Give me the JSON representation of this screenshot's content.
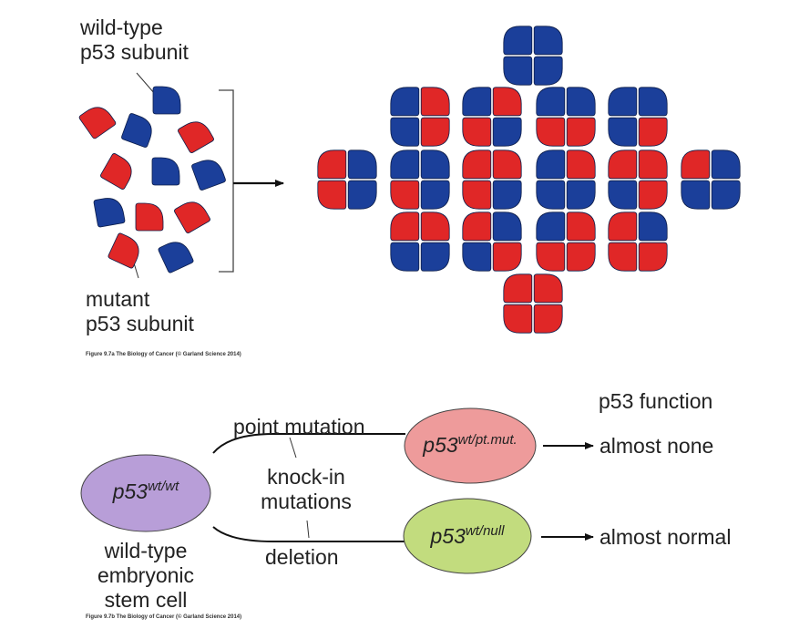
{
  "figure_a": {
    "wild_type_label_line1": "wild-type",
    "wild_type_label_line2": "p53 subunit",
    "mutant_label_line1": "mutant",
    "mutant_label_line2": "p53 subunit",
    "caption": "Figure 9.7a The Biology of Cancer (© Garland Science 2014)",
    "colors": {
      "wild_type": "#1b3f9a",
      "mutant": "#e02727"
    },
    "tetramer_patterns": [
      [
        "W",
        "W",
        "W",
        "W"
      ],
      [
        "W",
        "M",
        "W",
        "M"
      ],
      [
        "W",
        "M",
        "M",
        "W"
      ],
      [
        "W",
        "W",
        "M",
        "M"
      ],
      [
        "W",
        "W",
        "W",
        "M"
      ],
      [
        "M",
        "W",
        "M",
        "W"
      ],
      [
        "W",
        "W",
        "M",
        "W"
      ],
      [
        "M",
        "M",
        "M",
        "W"
      ],
      [
        "W",
        "M",
        "W",
        "W"
      ],
      [
        "M",
        "M",
        "W",
        "M"
      ],
      [
        "M",
        "W",
        "W",
        "W"
      ],
      [
        "M",
        "M",
        "W",
        "W"
      ],
      [
        "M",
        "W",
        "W",
        "M"
      ],
      [
        "W",
        "M",
        "M",
        "M"
      ],
      [
        "M",
        "W",
        "M",
        "M"
      ],
      [
        "M",
        "M",
        "M",
        "M"
      ]
    ]
  },
  "figure_b": {
    "column_header": "p53 function",
    "point_mutation_label": "point mutation",
    "knock_in_line1": "knock-in",
    "knock_in_line2": "mutations",
    "deletion_label": "deletion",
    "stem_cell_genotype_base": "p53",
    "stem_cell_genotype_sup": "wt/wt",
    "stem_cell_line1": "wild-type",
    "stem_cell_line2": "embryonic",
    "stem_cell_line3": "stem cell",
    "pt_mut_genotype_base": "p53",
    "pt_mut_genotype_sup": "wt/pt.mut.",
    "null_genotype_base": "p53",
    "null_genotype_sup": "wt/null",
    "result_pt_mut": "almost none",
    "result_null": "almost normal",
    "colors": {
      "stem_cell": "#b89ed8",
      "pt_mut": "#ee9b9b",
      "null": "#c2dc7e"
    },
    "caption": "Figure 9.7b The Biology of Cancer (© Garland Science 2014)"
  }
}
